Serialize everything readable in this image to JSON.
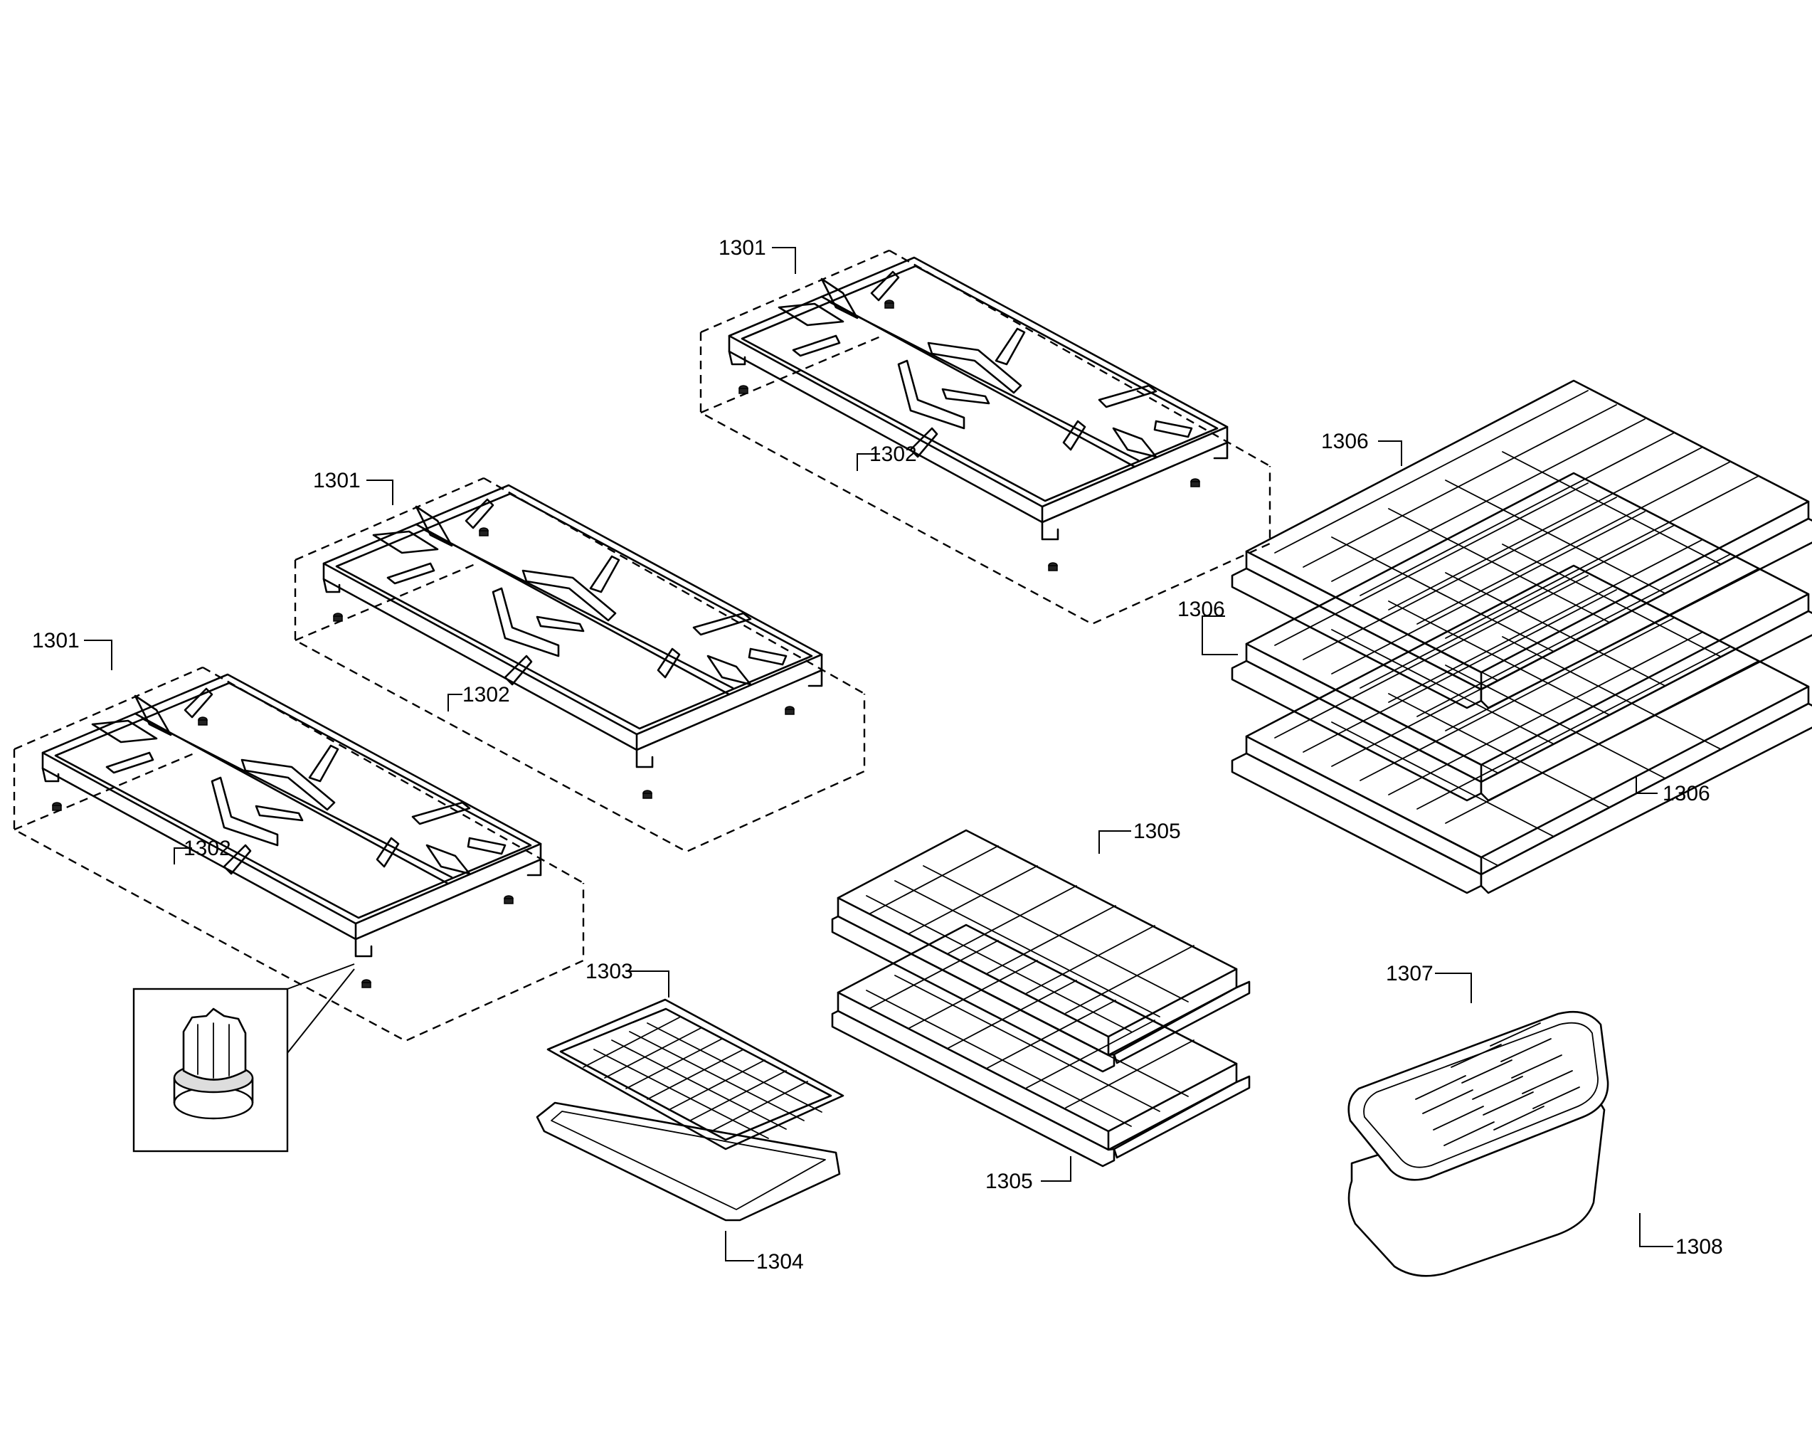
{
  "diagram": {
    "callouts": {
      "grate_a": "1301",
      "grate_b": "1301",
      "grate_c": "1301",
      "bumper_a": "1302",
      "bumper_b": "1302",
      "bumper_c": "1302",
      "broil_pan_small": "1303",
      "broil_tray_small": "1304",
      "rack_top": "1305",
      "rack_bottom": "1305",
      "telescopic_rack_top": "1306",
      "telescopic_rack_mid": "1306",
      "telescopic_rack_bot": "1306",
      "broil_pan_large": "1307",
      "broil_tray_large": "1308"
    },
    "colors": {
      "line": "#000000",
      "background": "#ffffff"
    }
  }
}
